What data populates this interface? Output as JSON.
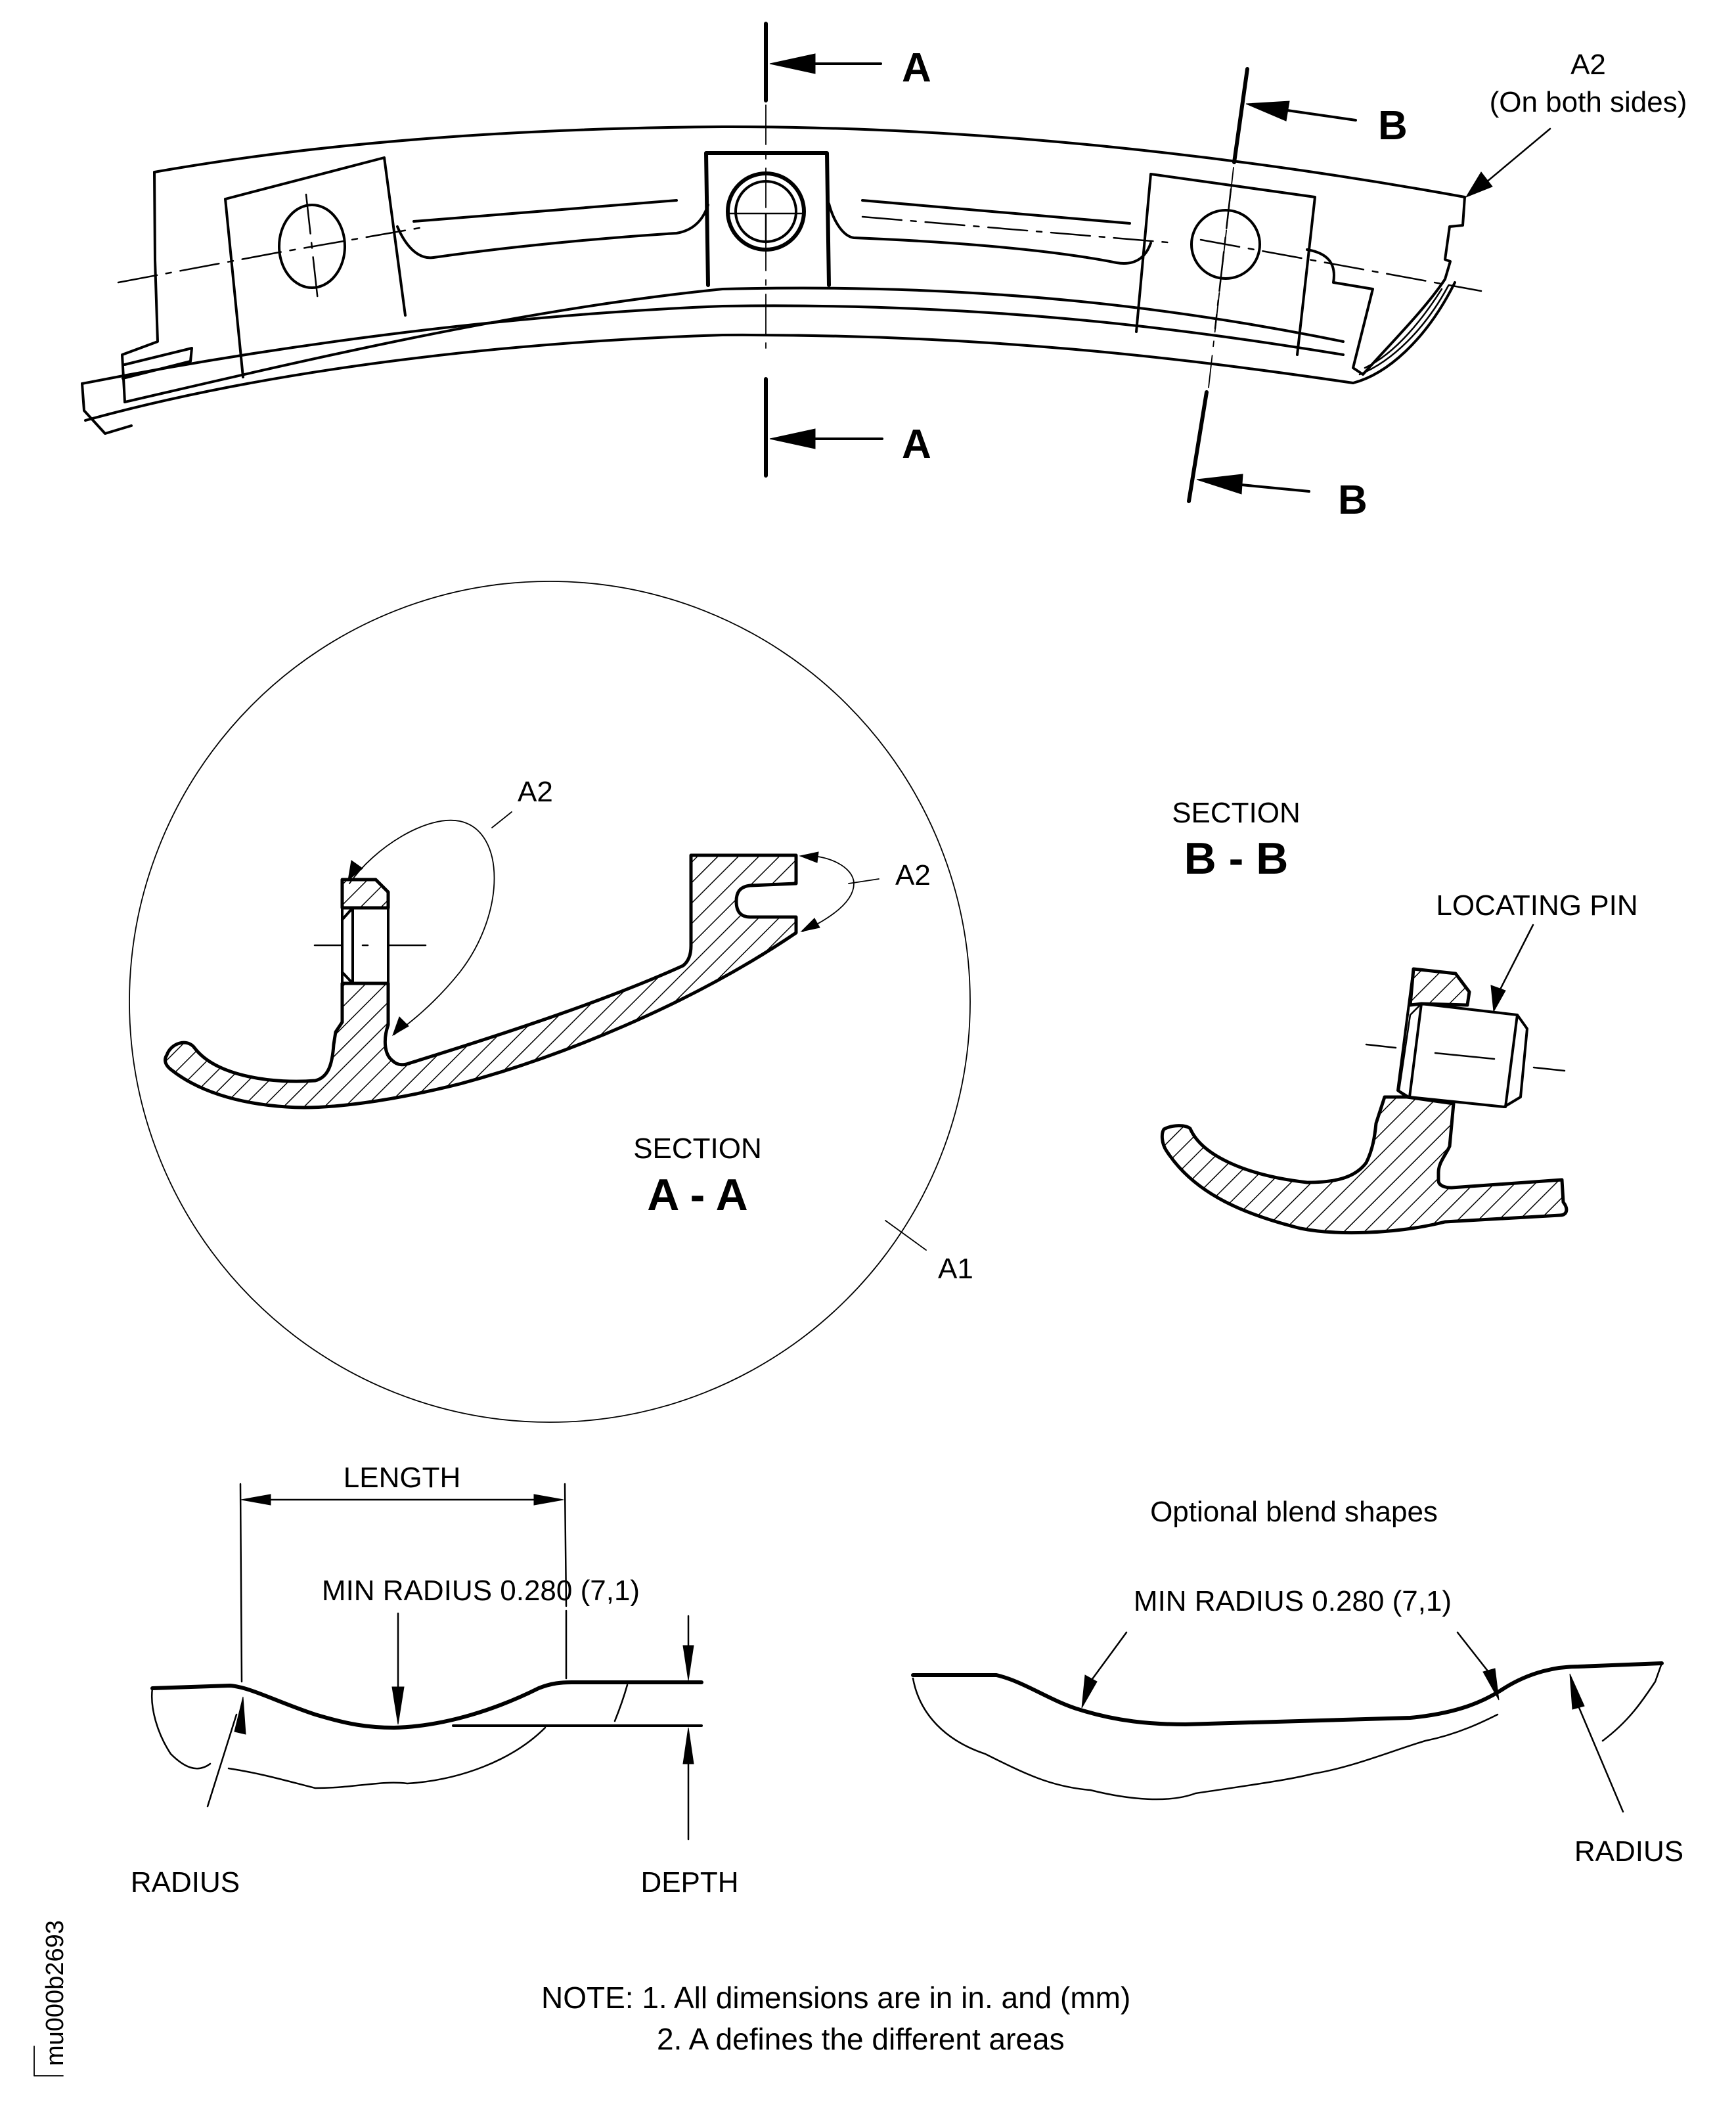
{
  "figure_id": "mu000b2693",
  "top_view": {
    "cut_a_top": "A",
    "cut_a_bottom": "A",
    "cut_b_top": "B",
    "cut_b_bottom": "B",
    "callout_a2_line1": "A2",
    "callout_a2_line2": "(On both sides)"
  },
  "section_aa": {
    "title": "SECTION",
    "designation": "A - A",
    "callout_a2_left": "A2",
    "callout_a2_right": "A2",
    "callout_a1": "A1"
  },
  "section_bb": {
    "title": "SECTION",
    "designation": "B - B",
    "locating_pin": "LOCATING PIN"
  },
  "blend_detail": {
    "length_label": "LENGTH",
    "min_radius_label": "MIN RADIUS 0.280 (7,1)",
    "radius_label": "RADIUS",
    "depth_label": "DEPTH"
  },
  "optional_blend": {
    "title": "Optional blend shapes",
    "min_radius_label": "MIN RADIUS 0.280 (7,1)",
    "radius_label": "RADIUS"
  },
  "notes": {
    "line1": "NOTE: 1. All dimensions are in in. and (mm)",
    "line2": "2. A defines the different areas"
  }
}
